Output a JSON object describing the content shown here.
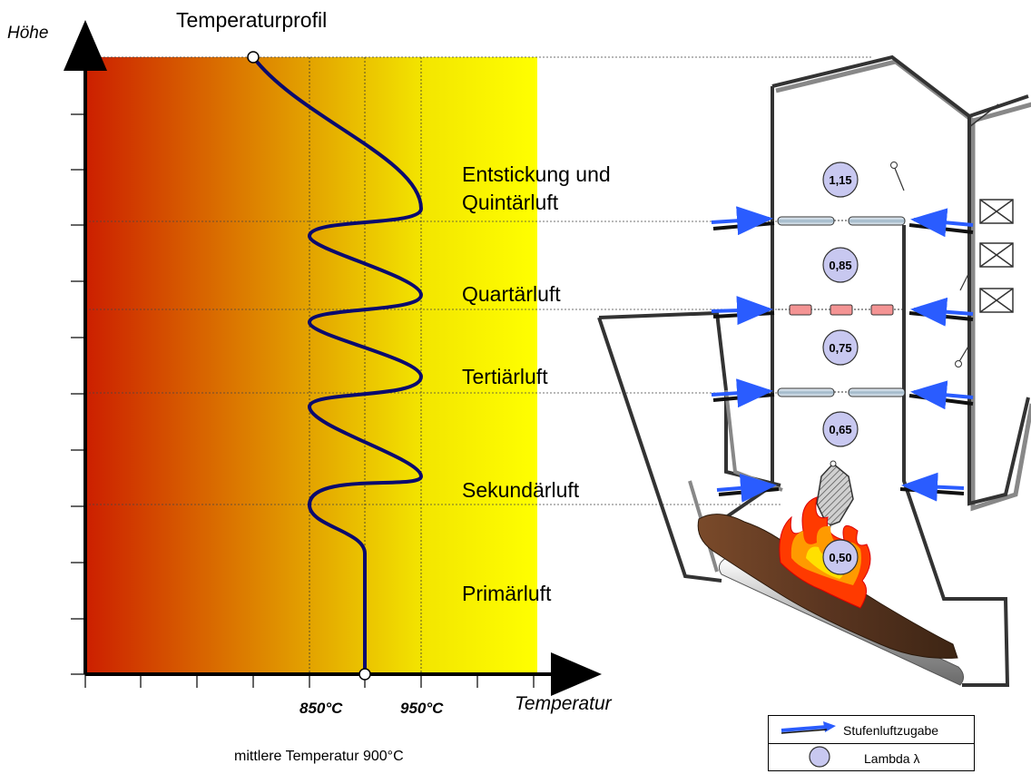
{
  "diagram": {
    "title": "Temperaturprofil",
    "y_axis_label": "Höhe",
    "x_axis_label": "Temperatur",
    "temp_850": "850°C",
    "temp_950": "950°C",
    "mean_temperature": "mittlere Temperatur 900°C",
    "zones": [
      {
        "line1": "Entstickung und",
        "line2": "Quintärluft"
      },
      {
        "line1": "Quartärluft"
      },
      {
        "line1": "Tertiärluft"
      },
      {
        "line1": "Sekundärluft"
      },
      {
        "line1": "Primärluft"
      }
    ],
    "lambda_values": [
      "1,15",
      "0,85",
      "0,75",
      "0,65",
      "0,50"
    ],
    "colors": {
      "gradient_start": "#cc1f00",
      "gradient_mid": "#e8b400",
      "gradient_end": "#ffff00",
      "curve": "#0a0a6e",
      "arrow": "#2a5cff",
      "lambda_fill": "#c8c8f0"
    }
  },
  "legend": {
    "air_staging": "Stufenluftzugabe",
    "lambda": "Lambda λ"
  }
}
